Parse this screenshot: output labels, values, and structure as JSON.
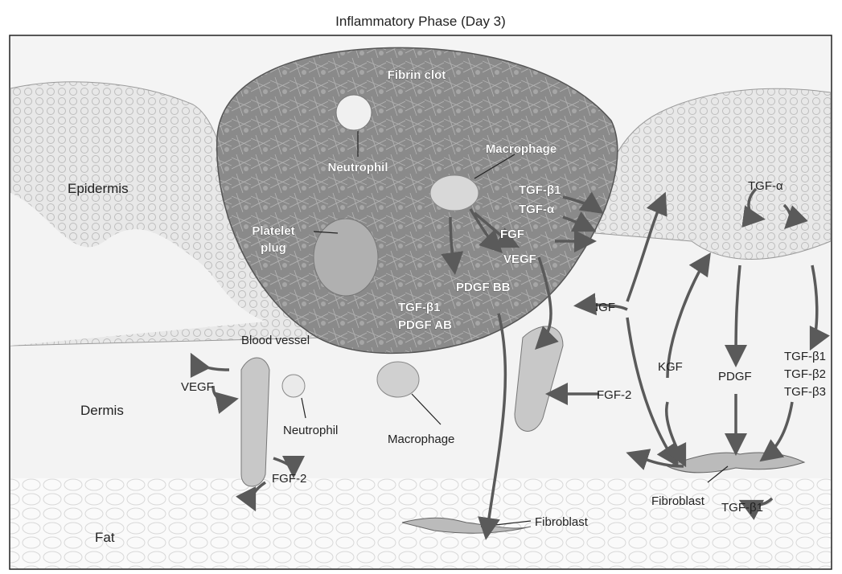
{
  "title": "Inflammatory Phase (Day 3)",
  "labels": {
    "fibrin_clot": "Fibrin clot",
    "neutrophil_top": "Neutrophil",
    "macrophage_top": "Macrophage",
    "epidermis": "Epidermis",
    "platelet_plug_1": "Platelet",
    "platelet_plug_2": "plug",
    "tgf_b1_top": "TGF-β1",
    "tgf_a_top": "TGF-α",
    "fgf_top": "FGF",
    "vegf_top": "VEGF",
    "pdgf_bb": "PDGF BB",
    "tgf_b1_mid": "TGF-β1",
    "pdgf_ab": "PDGF AB",
    "blood_vessel": "Blood vessel",
    "vegf_left": "VEGF",
    "dermis": "Dermis",
    "neutrophil_bottom": "Neutrophil",
    "macrophage_bottom": "Macrophage",
    "fgf2_left": "FGF-2",
    "fat": "Fat",
    "fibroblast_bottom": "Fibroblast",
    "igf": "IGF",
    "fgf2_right": "FGF-2",
    "kgf": "KGF",
    "pdgf_right": "PDGF",
    "tgf_a_right": "TGF-α",
    "tgf_b1_right": "TGF-β1",
    "tgf_b2_right": "TGF-β2",
    "tgf_b3_right": "TGF-β3",
    "fibroblast_right": "Fibroblast",
    "tgf_b1_bottom": "TGF-β1"
  },
  "colors": {
    "frame": "#222222",
    "clot": "#8f8f8f",
    "skin": "#e4e4e4",
    "dermis": "#f2f2f2",
    "arrow": "#5a5a5a"
  }
}
